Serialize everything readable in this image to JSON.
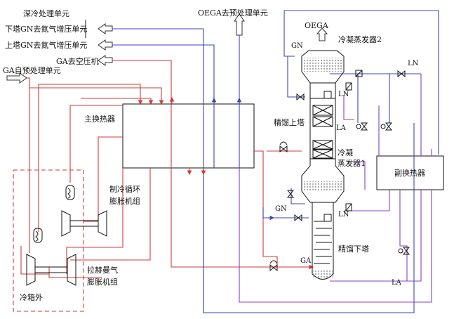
{
  "labels": {
    "deep_cold": "深冷处理单元",
    "lower_gn": "下塔GN去氮气增压单元",
    "upper_gn": "上塔GN去氮气增压单元",
    "ga_compressor": "GA去空压机",
    "ga_pre": "GA自预处理单元",
    "oega_pre": "OEGA去预处理单元",
    "oega": "OEGA",
    "condenser2": "冷凝蒸发器2",
    "gn_top": "GN",
    "ln_top": "LN",
    "ln_mid": "LN",
    "la_mid": "LA",
    "upper_tower": "精馏上塔",
    "condenser1_a": "冷凝",
    "condenser1_b": "蒸发器1",
    "main_hx": "主换热器",
    "sub_hx": "副换热器",
    "refrig_a": "制冷循环",
    "refrig_b": "膨胀机组",
    "lachmann_a": "拉赫曼气",
    "lachmann_b": "膨胀机组",
    "gn_lower": "GN",
    "ln_lower": "LN",
    "lower_tower": "精馏下塔",
    "ga_lower": "GA",
    "la_bottom": "LA",
    "cold_box_out": "冷箱外"
  }
}
